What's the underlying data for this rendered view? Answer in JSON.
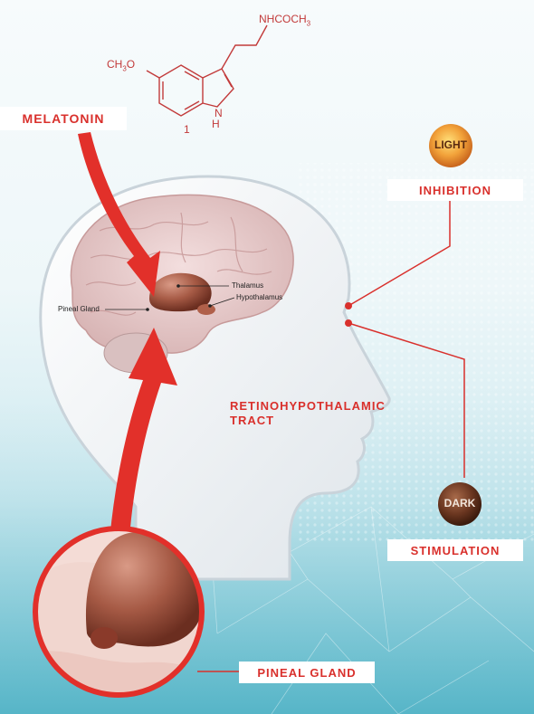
{
  "molecule": {
    "side_chain": "NHCOCH",
    "side_chain_sub": "3",
    "methoxy": "CH",
    "methoxy_sub": "3",
    "methoxy_tail": "O",
    "nh_n": "N",
    "nh_h": "H",
    "compound_number": "1"
  },
  "labels": {
    "melatonin": "MELATONIN",
    "inhibition": "INHIBITION",
    "stimulation": "STIMULATION",
    "retino_line1": "RETINOHYPOTHALAMIC",
    "retino_line2": "TRACT",
    "pineal_gland_tag": "PINEAL GLAND",
    "thalamus": "Thalamus",
    "hypothalamus": "Hypothalamus",
    "pineal_gland_small": "Pineal Gland"
  },
  "orbs": {
    "light": "LIGHT",
    "dark": "DARK"
  },
  "colors": {
    "accent_red": "#d9302c",
    "arrow_red": "#e2302a",
    "teal": "#7fc9d8"
  }
}
